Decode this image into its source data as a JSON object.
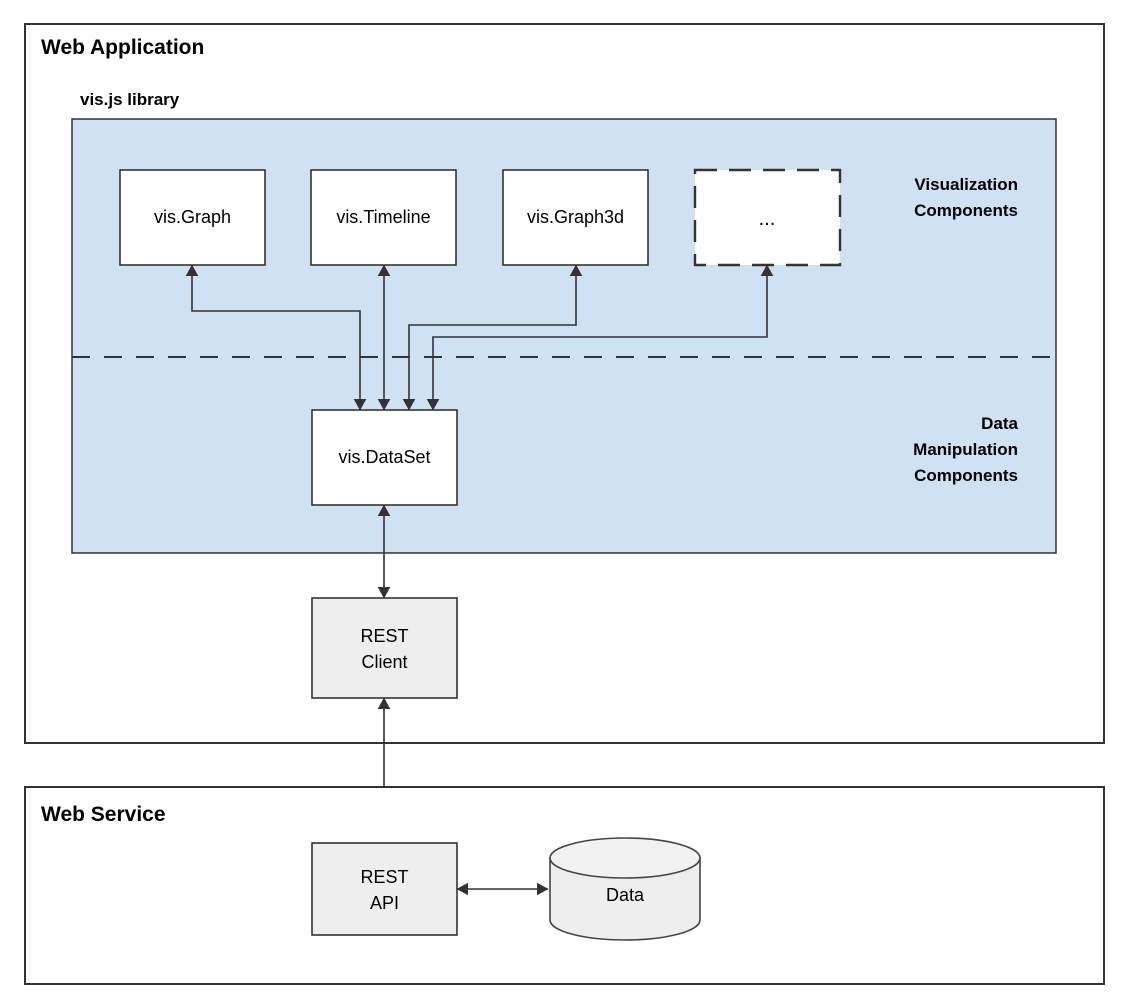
{
  "diagram": {
    "type": "architecture-block-diagram",
    "title_visible": false,
    "colors": {
      "library_panel_fill": "#cfe2f3",
      "node_fill": "#ffffff",
      "gray_node_fill": "#eeeeee",
      "cylinder_fill": "#eeeeee",
      "stroke": "#333333",
      "background": "#ffffff"
    },
    "sections": [
      {
        "id": "web-application",
        "label": "Web Application"
      },
      {
        "id": "web-service",
        "label": "Web Service"
      }
    ],
    "library_panel": {
      "label": "vis.js library",
      "zones": [
        {
          "id": "visualization",
          "label_lines": [
            "Visualization",
            "Components"
          ]
        },
        {
          "id": "data-manipulation",
          "label_lines": [
            "Data",
            "Manipulation",
            "Components"
          ]
        }
      ]
    },
    "nodes": [
      {
        "id": "vis-graph",
        "label": "vis.Graph",
        "style": "solid",
        "zone": "visualization"
      },
      {
        "id": "vis-timeline",
        "label": "vis.Timeline",
        "style": "solid",
        "zone": "visualization"
      },
      {
        "id": "vis-graph3d",
        "label": "vis.Graph3d",
        "style": "solid",
        "zone": "visualization"
      },
      {
        "id": "more",
        "label": "...",
        "style": "dashed",
        "zone": "visualization"
      },
      {
        "id": "vis-dataset",
        "label": "vis.DataSet",
        "style": "solid",
        "zone": "data-manipulation"
      },
      {
        "id": "rest-client",
        "label_lines": [
          "REST",
          "Client"
        ],
        "style": "gray",
        "zone": "web-application"
      },
      {
        "id": "rest-api",
        "label_lines": [
          "REST",
          "API"
        ],
        "style": "gray",
        "zone": "web-service"
      },
      {
        "id": "data-store",
        "label": "Data",
        "style": "cylinder",
        "zone": "web-service"
      }
    ],
    "edges": [
      {
        "from": "vis-graph",
        "to": "vis-dataset",
        "arrows": "both"
      },
      {
        "from": "vis-timeline",
        "to": "vis-dataset",
        "arrows": "both"
      },
      {
        "from": "vis-graph3d",
        "to": "vis-dataset",
        "arrows": "both"
      },
      {
        "from": "more",
        "to": "vis-dataset",
        "arrows": "both"
      },
      {
        "from": "vis-dataset",
        "to": "rest-client",
        "arrows": "both"
      },
      {
        "from": "rest-client",
        "to": "rest-api",
        "arrows": "both"
      },
      {
        "from": "rest-api",
        "to": "data-store",
        "arrows": "both"
      }
    ]
  }
}
